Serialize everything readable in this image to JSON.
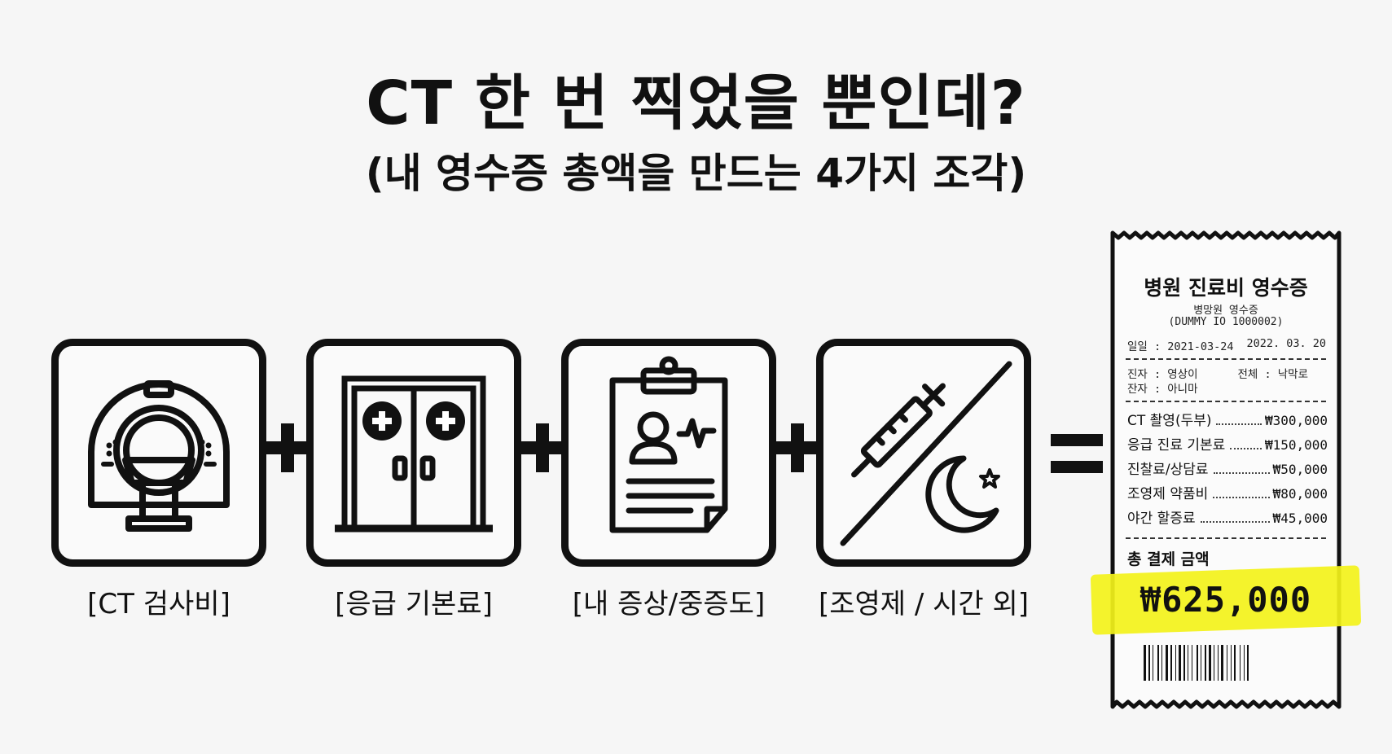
{
  "title": "CT 한 번 찍었을 뿐인데?",
  "subtitle": "(내 영수증 총액을 만드는 4가지 조각)",
  "pieces": [
    {
      "label": "[CT 검사비]",
      "icon": "ct-scanner-icon"
    },
    {
      "label": "[응급 기본료]",
      "icon": "emergency-door-icon"
    },
    {
      "label": "[내 증상/중증도]",
      "icon": "patient-chart-icon"
    },
    {
      "label": "[조영제 / 시간 외]",
      "icon": "syringe-moon-icon"
    }
  ],
  "operators": {
    "plus": "+",
    "equals": "="
  },
  "receipt": {
    "title": "병원 진료비 영수증",
    "hospital": "병망원 영수증",
    "id": "(DUMMY IO 1000002)",
    "date_left": "일일 : 2021-03-24",
    "date_right": "2022. 03. 20",
    "info1_left": "진자 : 영상이",
    "info1_right": "전체 : 낙막로",
    "info2_left": "잔자 : 아니마",
    "items": [
      {
        "name": "CT 촬영(두부)",
        "amount": "₩300,000"
      },
      {
        "name": "응급 진료 기본료",
        "amount": "₩150,000"
      },
      {
        "name": "진찰료/상담료",
        "amount": "₩50,000"
      },
      {
        "name": "조영제 약품비",
        "amount": "₩80,000"
      },
      {
        "name": "야간 할증료",
        "amount": "₩45,000"
      }
    ],
    "total_label": "총 결제 금액",
    "total": "₩625,000",
    "highlight_color": "#f3f21a"
  }
}
